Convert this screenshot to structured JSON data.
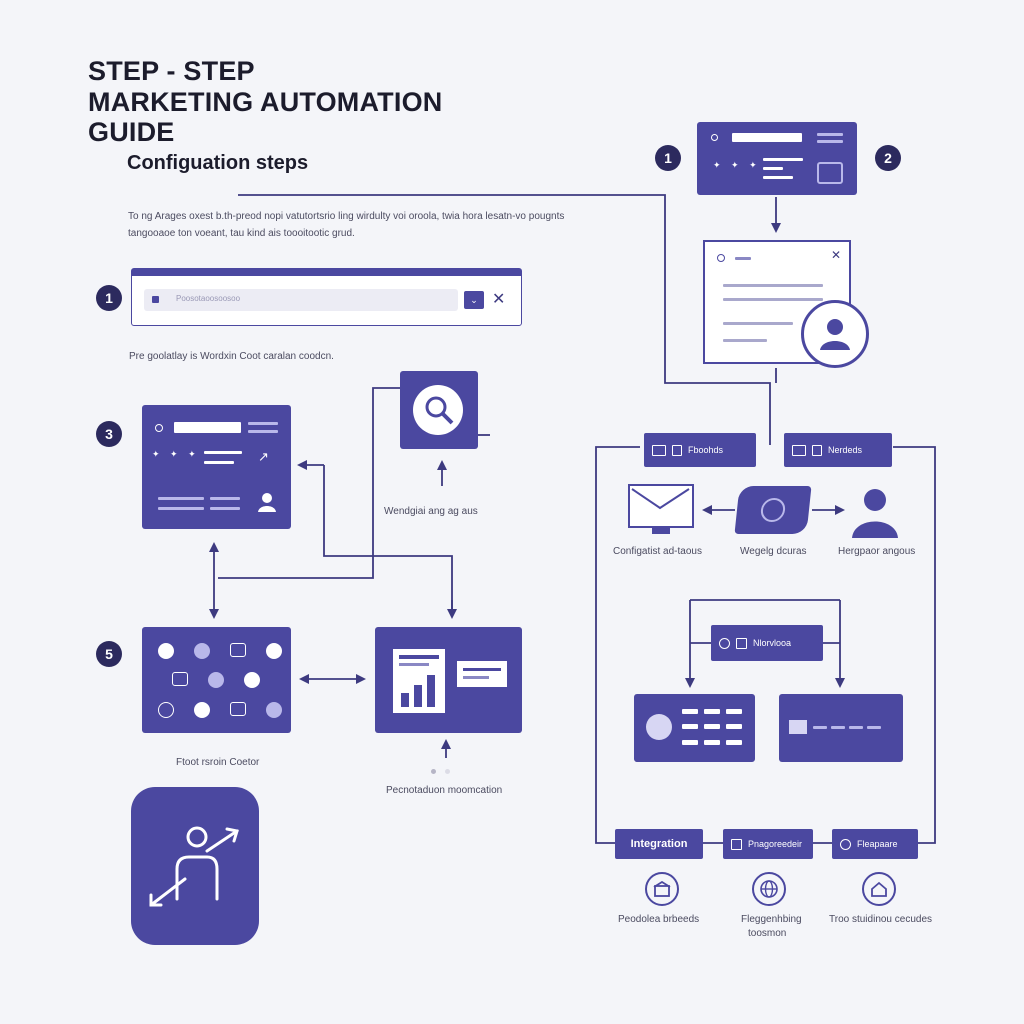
{
  "header": {
    "title_line1": "STEP - STEP",
    "title_line2": "MARKETING AUTOMATION",
    "title_line3": "GUIDE",
    "subtitle": "Configuation steps",
    "intro_line1": "To ng Arages oxest b.th-preod nopi vatutortsrio ling wirdulty voi oroola, twia hora lesatn-vo pougnts",
    "intro_line2": "tangooaoe ton voeant, tau kind ais toooitootic grud."
  },
  "step_numbers": {
    "search_step": "1",
    "top_right_a": "1",
    "top_right_b": "2",
    "dashboard_step": "3",
    "icon_grid_step": "5"
  },
  "search_window": {
    "placeholder": "Poosotaoosoosoo",
    "caption": "Pre goolatlay is Wordxin  Coot  caralan coodcn."
  },
  "left_flow": {
    "search_caption": "Wendgiai ang ag aus",
    "report_caption": "Pecnotaduon moomcation",
    "grid_caption": "Ftoot rsroin Coetor"
  },
  "right_flow": {
    "chip_left": "Fboohds",
    "chip_right": "Nerdeds",
    "email_caption": "Configatist ad-taous",
    "center_caption": "Wegelg dcuras",
    "person_caption": "Hergpaor angous",
    "center_chip": "Nlorvlooa",
    "bottom_chip_integration": "Integration",
    "bottom_chip_mid": "Pnagoreedeir",
    "bottom_chip_right": "Fleapaare",
    "bottom_caption_left": "Peodolea brbeeds",
    "bottom_caption_mid_line1": "Fleggenhbing",
    "bottom_caption_mid_line2": "toosmon",
    "bottom_caption_right": "Troo stuidinou cecudes"
  },
  "colors": {
    "background": "#f4f5f9",
    "accent": "#4b48a0",
    "accent_dark": "#2c2a5e",
    "light_bar": "#b9b8ea"
  },
  "icons": [
    "search-icon",
    "close-icon",
    "dropdown-icon",
    "magnifier-icon",
    "envelope-icon",
    "user-icon",
    "house-icon",
    "globe-icon",
    "bar-chart-icon",
    "presenter-icon"
  ]
}
